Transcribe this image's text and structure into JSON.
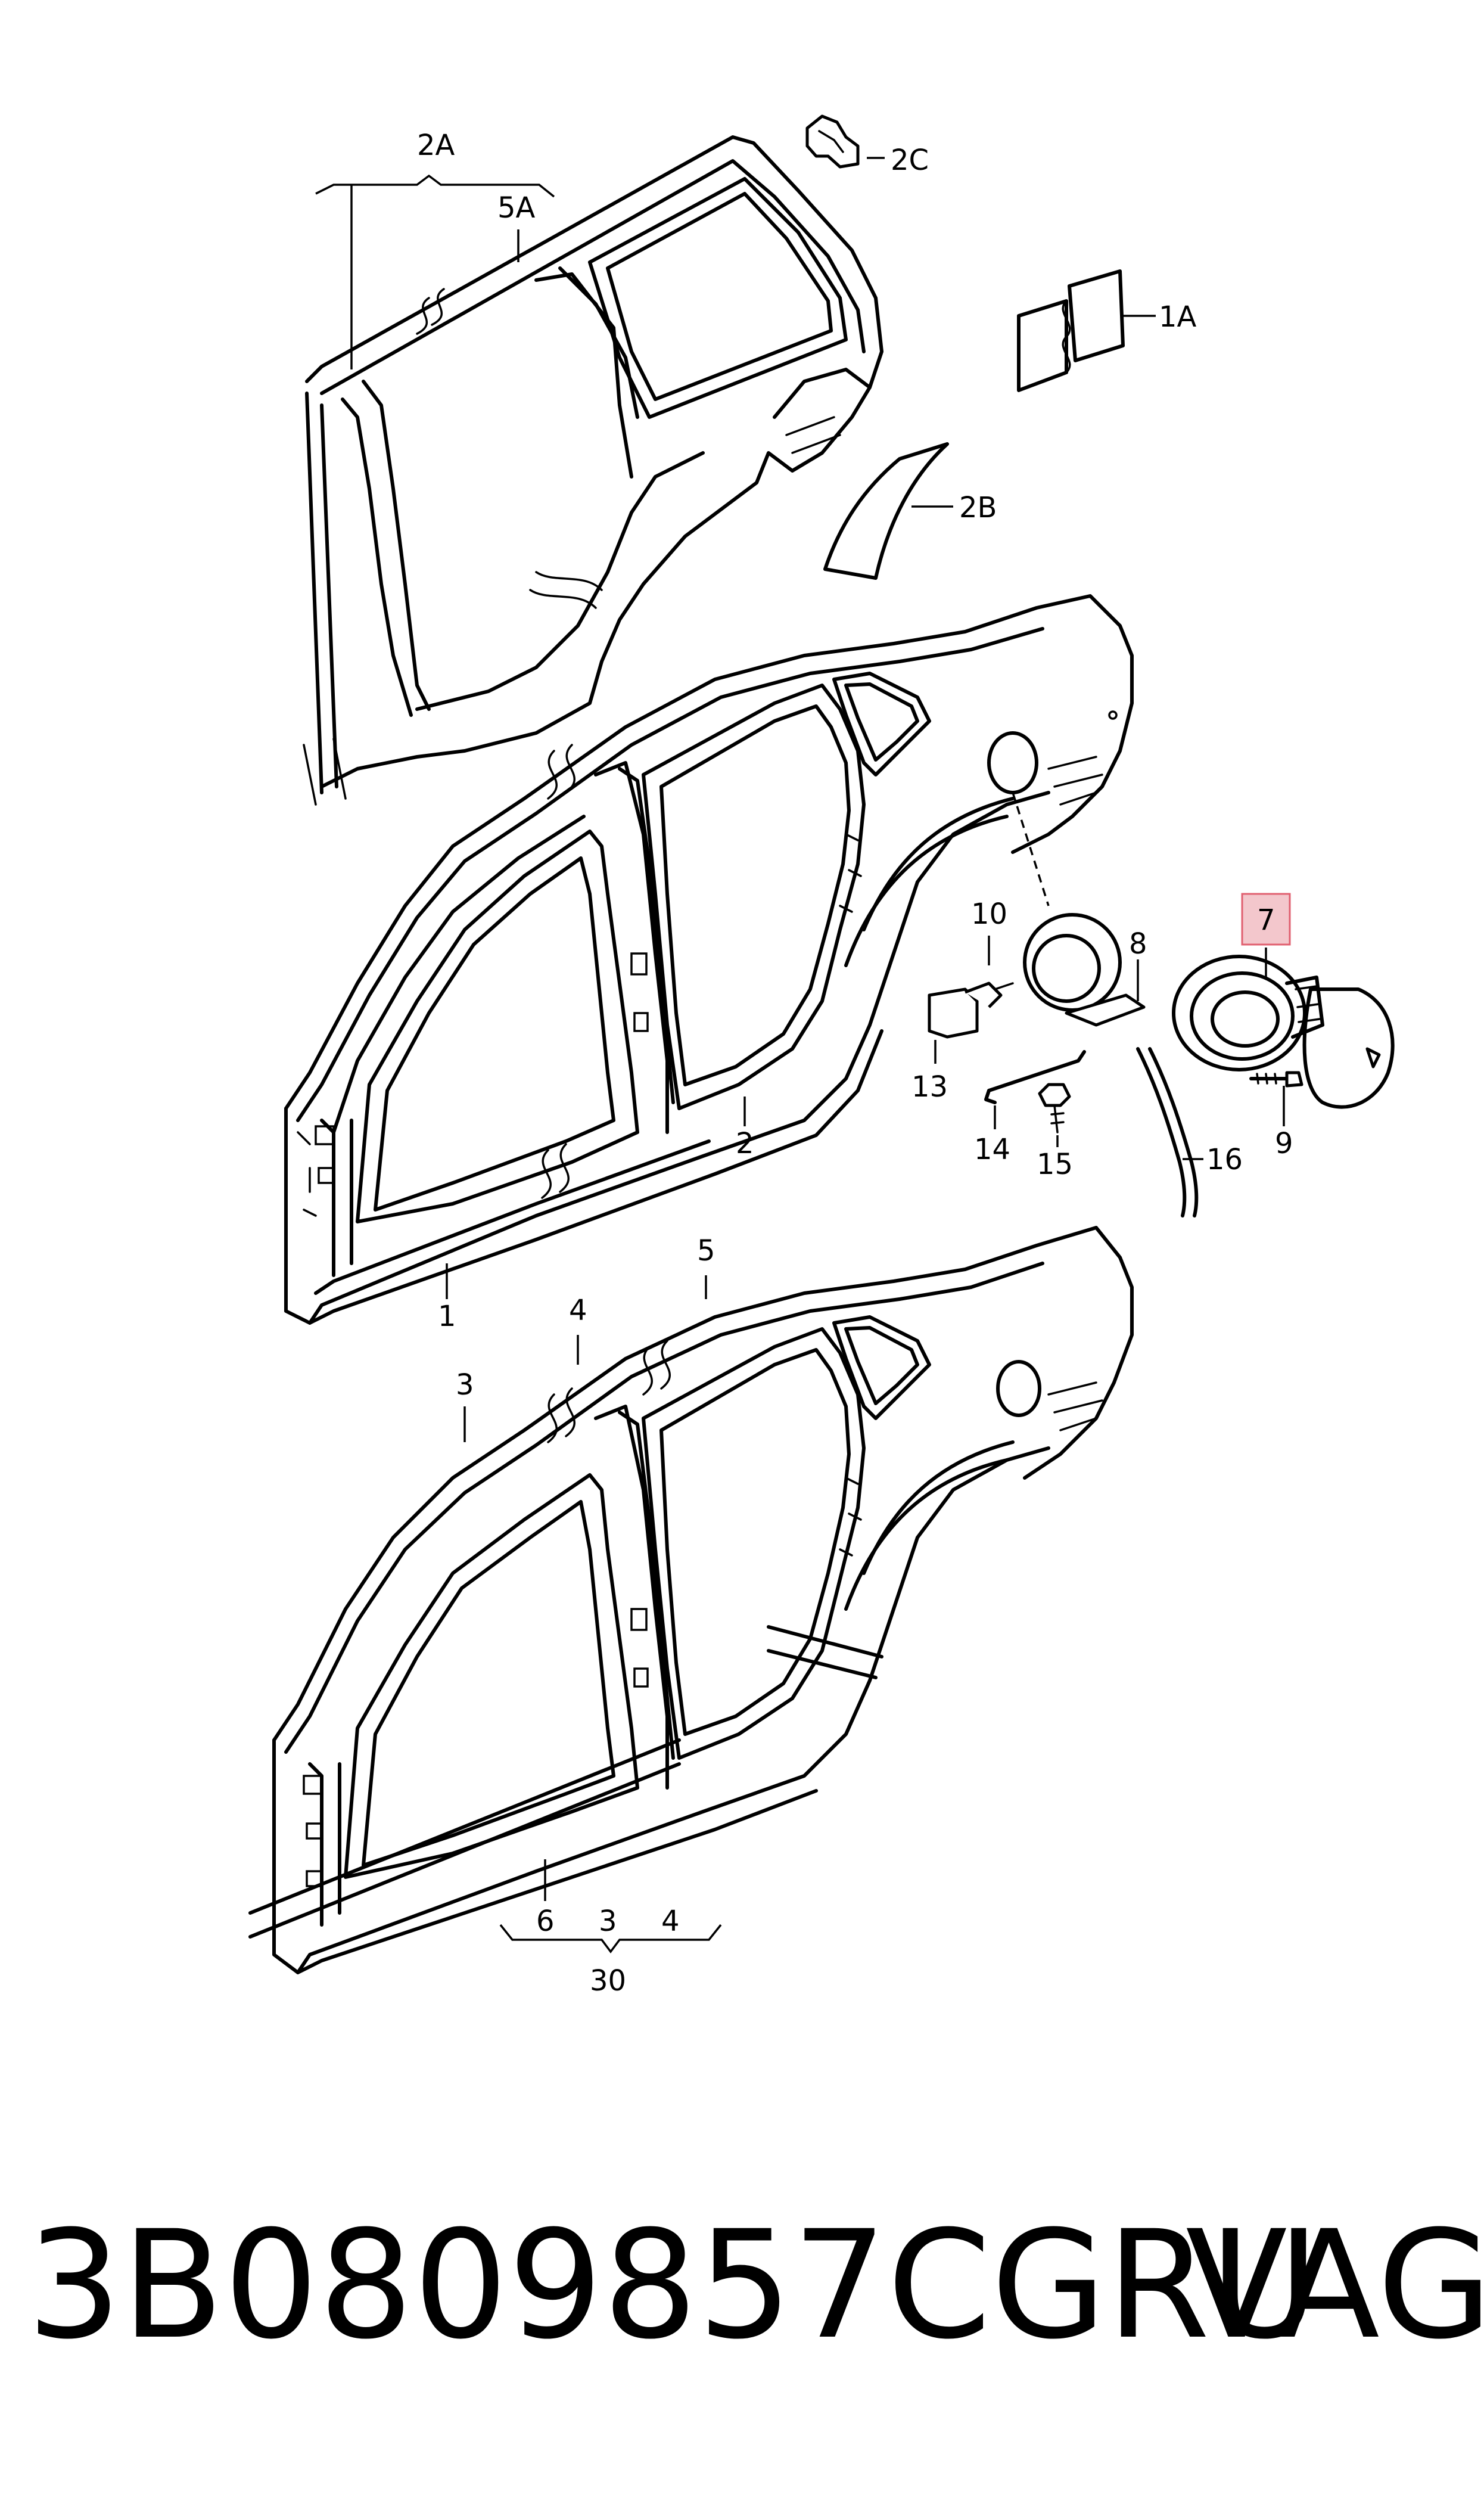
{
  "diagram": {
    "labels": {
      "l2A": "2A",
      "l5A": "5A",
      "l2C": "2C",
      "l1A": "1A",
      "l2B": "2B",
      "l10": "10",
      "l8": "8",
      "l7": "7",
      "l13": "13",
      "l14": "14",
      "l15": "15",
      "l16": "16",
      "l9": "9",
      "l2": "2",
      "l1": "1",
      "l5": "5",
      "l4": "4",
      "l3": "3",
      "l6": "6",
      "l3b": "3",
      "l4b": "4",
      "l30": "30"
    },
    "highlight_color": "#f3c7cc",
    "highlight_border": "#e06070",
    "highlighted_label": "7"
  },
  "footer": {
    "part_number": "3B0809857CGRU",
    "brand": "VAG"
  }
}
